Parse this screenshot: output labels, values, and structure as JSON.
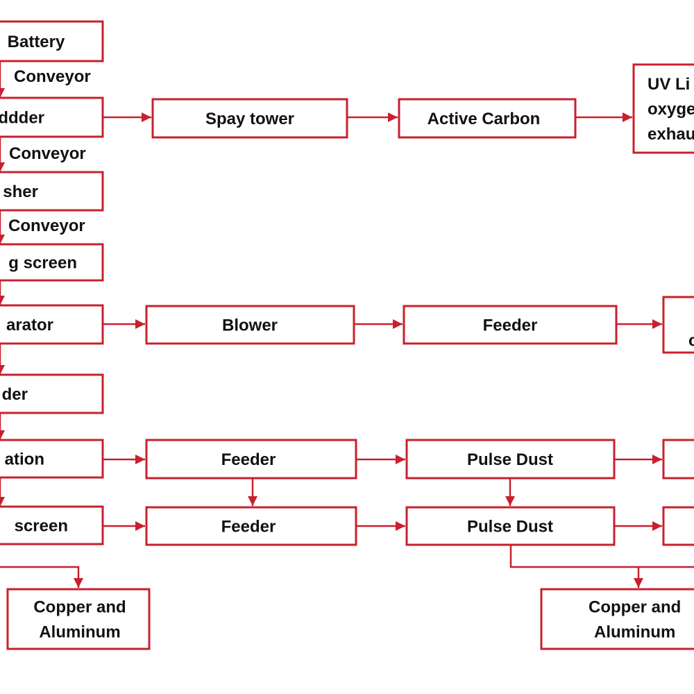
{
  "colors": {
    "stroke": "#c8202e",
    "text": "#111111",
    "background": "#ffffff"
  },
  "nodes": [
    {
      "id": "battery",
      "lines": [
        "Battery"
      ]
    },
    {
      "id": "shredder",
      "lines": [
        "eddder"
      ]
    },
    {
      "id": "crusher",
      "lines": [
        "sher"
      ]
    },
    {
      "id": "screen1",
      "lines": [
        "g screen"
      ]
    },
    {
      "id": "separator",
      "lines": [
        "arator"
      ]
    },
    {
      "id": "feeder_left",
      "lines": [
        "der"
      ]
    },
    {
      "id": "separation",
      "lines": [
        "ation"
      ]
    },
    {
      "id": "screen2",
      "lines": [
        "screen"
      ]
    },
    {
      "id": "spay_tower",
      "lines": [
        "Spay tower"
      ]
    },
    {
      "id": "active_carbon",
      "lines": [
        "Active Carbon"
      ]
    },
    {
      "id": "uv",
      "lines": [
        "UV Li",
        "oxyge",
        "exhau"
      ]
    },
    {
      "id": "blower",
      "lines": [
        "Blower"
      ]
    },
    {
      "id": "feeder_b",
      "lines": [
        "Feeder"
      ]
    },
    {
      "id": "right_b",
      "lines": [
        "c"
      ]
    },
    {
      "id": "feeder_c",
      "lines": [
        "Feeder"
      ]
    },
    {
      "id": "pulse_c",
      "lines": [
        "Pulse Dust"
      ]
    },
    {
      "id": "right_c",
      "lines": []
    },
    {
      "id": "feeder_d",
      "lines": [
        "Feeder"
      ]
    },
    {
      "id": "pulse_d",
      "lines": [
        "Pulse Dust"
      ]
    },
    {
      "id": "right_d",
      "lines": []
    },
    {
      "id": "cu_al_left",
      "lines": [
        "Copper and",
        "Aluminum"
      ]
    },
    {
      "id": "cu_al_right",
      "lines": [
        "Copper and",
        "Aluminum"
      ]
    }
  ],
  "edges": [
    {
      "id": "e_battery_shredder",
      "label": "Conveyor"
    },
    {
      "id": "e_shredder_crusher",
      "label": "Conveyor"
    },
    {
      "id": "e_crusher_screen",
      "label": "Conveyor"
    },
    {
      "id": "e_screen_separator",
      "label": ""
    },
    {
      "id": "e_separator_feeder",
      "label": ""
    },
    {
      "id": "e_feeder_separation",
      "label": ""
    },
    {
      "id": "e_separation_screen2",
      "label": ""
    },
    {
      "id": "e_shredder_spay",
      "label": ""
    },
    {
      "id": "e_spay_carbon",
      "label": ""
    },
    {
      "id": "e_carbon_uv",
      "label": ""
    },
    {
      "id": "e_separator_blower",
      "label": ""
    },
    {
      "id": "e_blower_feeder",
      "label": ""
    },
    {
      "id": "e_feeder_rightb",
      "label": ""
    },
    {
      "id": "e_separation_feederc",
      "label": ""
    },
    {
      "id": "e_feederc_pulsec",
      "label": ""
    },
    {
      "id": "e_pulsec_rightc",
      "label": ""
    },
    {
      "id": "e_feederc_feederd",
      "label": ""
    },
    {
      "id": "e_pulsec_pulsed",
      "label": ""
    },
    {
      "id": "e_screen2_feederd",
      "label": ""
    },
    {
      "id": "e_feederd_pulsed",
      "label": ""
    },
    {
      "id": "e_pulsed_rightd",
      "label": ""
    },
    {
      "id": "e_left_cu_al",
      "label": ""
    },
    {
      "id": "e_pulsed_cu_al",
      "label": ""
    }
  ]
}
